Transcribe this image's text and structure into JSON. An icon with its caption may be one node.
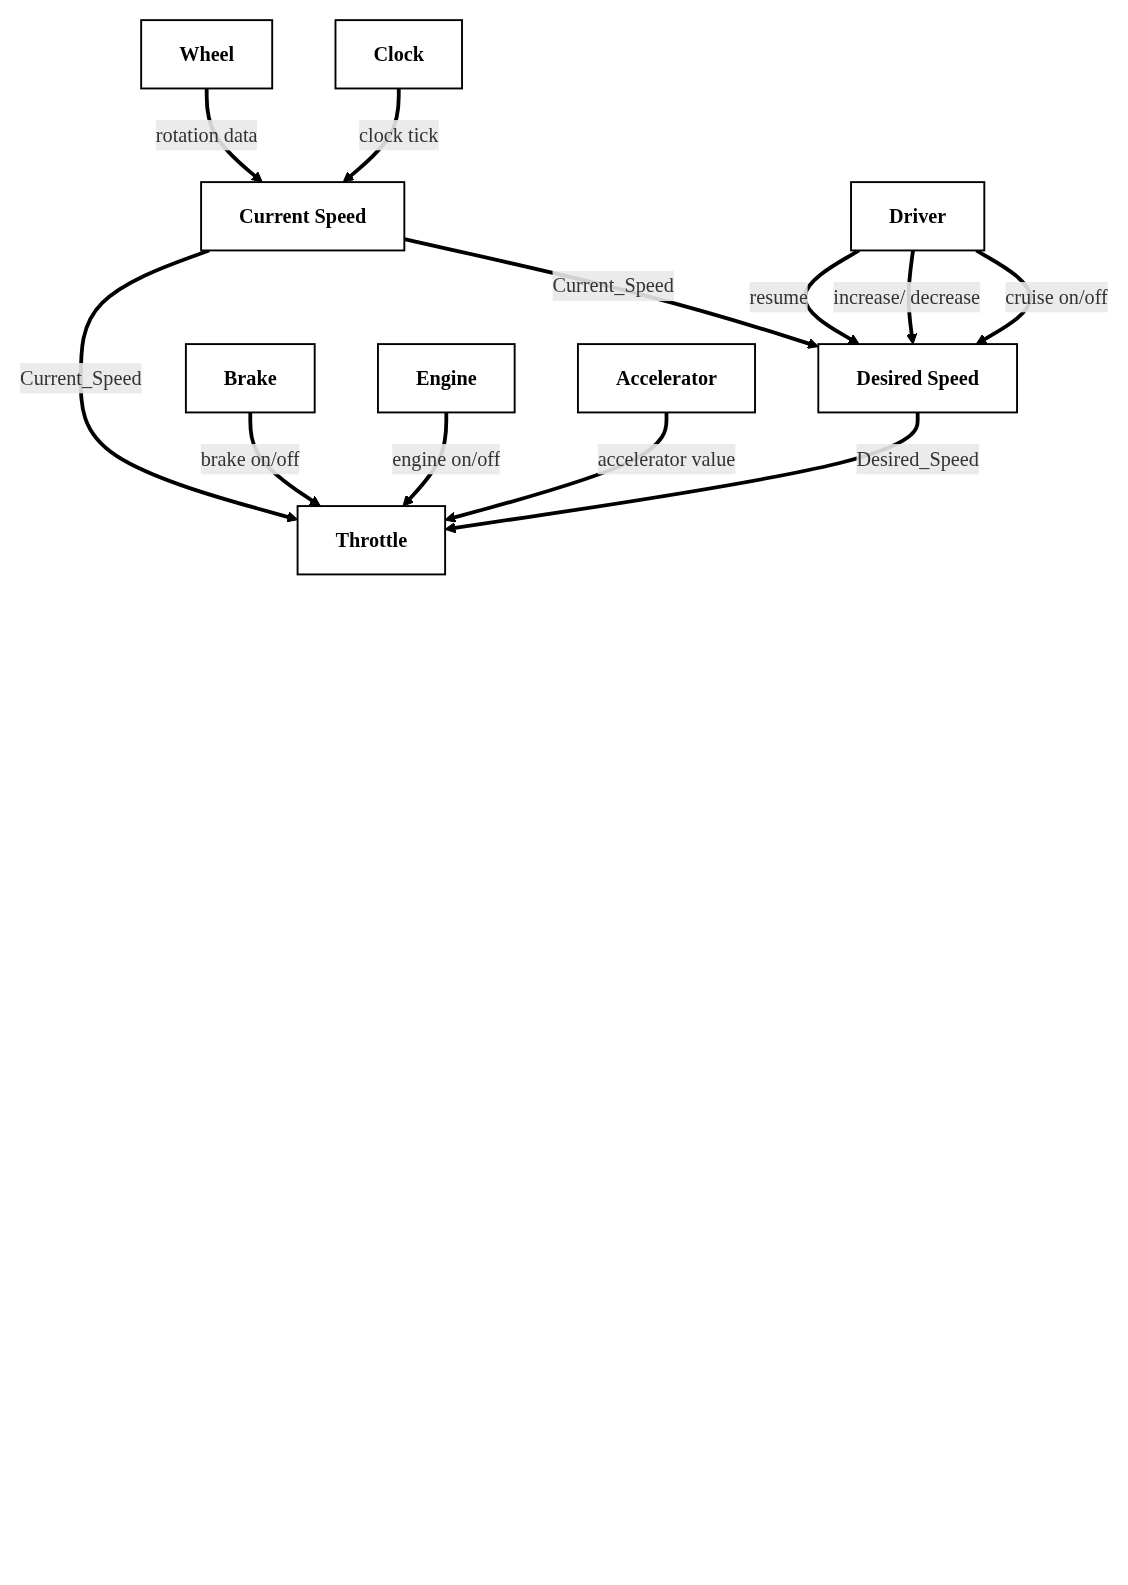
{
  "diagram": {
    "nodes": [
      {
        "text": [
          "Clock"
        ]
      },
      {
        "text": [
          "Wheel"
        ]
      },
      {
        "text": [
          "Current Speed"
        ]
      },
      {
        "text": [
          "Driver"
        ]
      },
      {
        "text": [
          "Desired Speed"
        ]
      },
      {
        "text": [
          "Brake"
        ]
      },
      {
        "text": [
          "Engine"
        ]
      },
      {
        "text": [
          "Accelerator"
        ]
      },
      {
        "text": [
          "Throttle"
        ]
      }
    ],
    "edges": [
      {
        "from": 0,
        "to": 2,
        "arrow": "to",
        "label": "clock tick"
      },
      {
        "from": 1,
        "to": 2,
        "arrow": "to",
        "label": "rotation data"
      },
      {
        "from": 3,
        "to": 4,
        "arrow": "to",
        "label": "cruise on/off"
      },
      {
        "from": 3,
        "to": 4,
        "arrow": "to",
        "label": "increase/ decrease"
      },
      {
        "from": 3,
        "to": 4,
        "arrow": "to",
        "label": "resume"
      },
      {
        "from": 2,
        "to": 4,
        "arrow": "to",
        "label": "Current_Speed"
      },
      {
        "from": 2,
        "to": 8,
        "arrow": "to",
        "label": "Current_Speed"
      },
      {
        "from": 5,
        "to": 8,
        "arrow": "to",
        "label": "brake on/off"
      },
      {
        "from": 4,
        "to": 8,
        "arrow": "to",
        "label": "Desired_Speed"
      },
      {
        "from": 6,
        "to": 8,
        "arrow": "to",
        "label": "engine on/off"
      },
      {
        "from": 7,
        "to": 8,
        "arrow": "to",
        "label": "accelerator value"
      }
    ]
  }
}
